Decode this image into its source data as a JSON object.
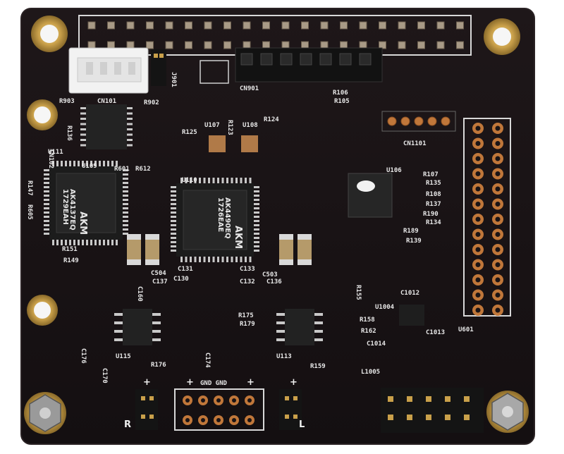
{
  "board": {
    "colors": {
      "background": "#ffffff",
      "pcb": "#1a1416",
      "pcb_edge": "#2a2224",
      "gold": "#c9a04a",
      "silk": "#e8e8e8",
      "via": "#b0652f",
      "chip": "#232323",
      "header": "#141414",
      "cap_tan": "#b59a6a"
    },
    "chips": [
      {
        "id": "u109",
        "lines": [
          "AK4137EQ",
          "1729EAH",
          "AKM"
        ]
      },
      {
        "id": "u110",
        "lines": [
          "AK4490EQ",
          "1726EAE",
          "AKM"
        ]
      },
      {
        "id": "u106",
        "lines": []
      }
    ],
    "labels": {
      "r903": "R903",
      "cn101": "CN101",
      "r902": "R902",
      "j901": "J901",
      "cn901": "CN901",
      "r106": "R106",
      "r105": "R105",
      "r136": "R136",
      "u111": "U111",
      "cn102": "CN102",
      "u107": "U107",
      "u108": "U108",
      "r123": "R123",
      "r124": "R124",
      "r125": "R125",
      "cn1101": "CN1101",
      "u109": "U109",
      "r601": "R601",
      "r612": "R612",
      "u110": "U110",
      "u106": "U106",
      "r147": "R147",
      "r605": "R605",
      "r107": "R107",
      "r135": "R135",
      "r108": "R108",
      "r137": "R137",
      "r190": "R190",
      "r134": "R134",
      "r189": "R189",
      "r139": "R139",
      "r151": "R151",
      "r149": "R149",
      "c504": "C504",
      "c131": "C131",
      "c133": "C133",
      "c503": "C503",
      "c137": "C137",
      "c130": "C130",
      "c132": "C132",
      "c136": "C136",
      "c1012": "C1012",
      "u1004": "U1004",
      "r175": "R175",
      "r179": "R179",
      "r158": "R158",
      "r162": "R162",
      "c1013": "C1013",
      "u601": "U601",
      "c1014": "C1014",
      "u115": "U115",
      "u113": "U113",
      "r176": "R176",
      "r159": "R159",
      "l1005": "L1005",
      "gnd_gnd": "GND GND",
      "r_side": "R",
      "l_side": "L",
      "plus": "+",
      "r155": "R155",
      "c176": "C176",
      "c170": "C170",
      "c174": "C174",
      "c160": "C160"
    }
  }
}
